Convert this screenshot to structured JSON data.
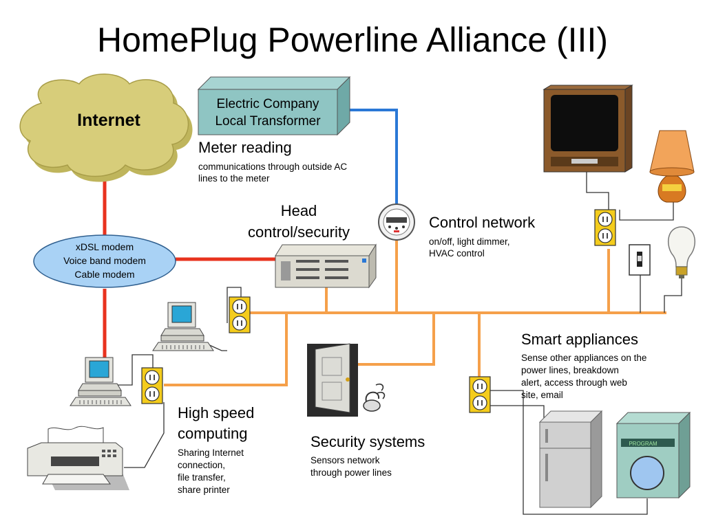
{
  "title": "HomePlug Powerline Alliance (III)",
  "internet": "Internet",
  "transformer": {
    "line1": "Electric Company",
    "line2": "Local Transformer"
  },
  "meter_reading": {
    "heading": "Meter reading",
    "line1": "communications through outside AC",
    "line2": "lines to the meter"
  },
  "head": {
    "line1": "Head",
    "line2": "control/security"
  },
  "modem": {
    "line1": "xDSL modem",
    "line2": "Voice band modem",
    "line3": "Cable modem"
  },
  "control_network": {
    "heading": "Control network",
    "line1": "on/off, light dimmer,",
    "line2": "HVAC control"
  },
  "smart_appliances": {
    "heading": "Smart appliances",
    "line1": "Sense other appliances on the",
    "line2": "power lines, breakdown",
    "line3": "alert, access through web",
    "line4": "site, email"
  },
  "high_speed": {
    "heading1": "High speed",
    "heading2": "computing",
    "line1": "Sharing Internet",
    "line2": "connection,",
    "line3": "file transfer,",
    "line4": "share printer"
  },
  "security": {
    "heading": "Security systems",
    "line1": "Sensors network",
    "line2": "through power lines"
  },
  "washer_panel": "PROGRAM",
  "colors": {
    "power_line": "#f5a04a",
    "data_line": "#e8321e",
    "meter_line": "#2a78d6",
    "outlet": "#f4cc1c",
    "cloud": "#d7cd7a",
    "modem": "#a9d2f5",
    "transformer": "#8fc5c3"
  }
}
